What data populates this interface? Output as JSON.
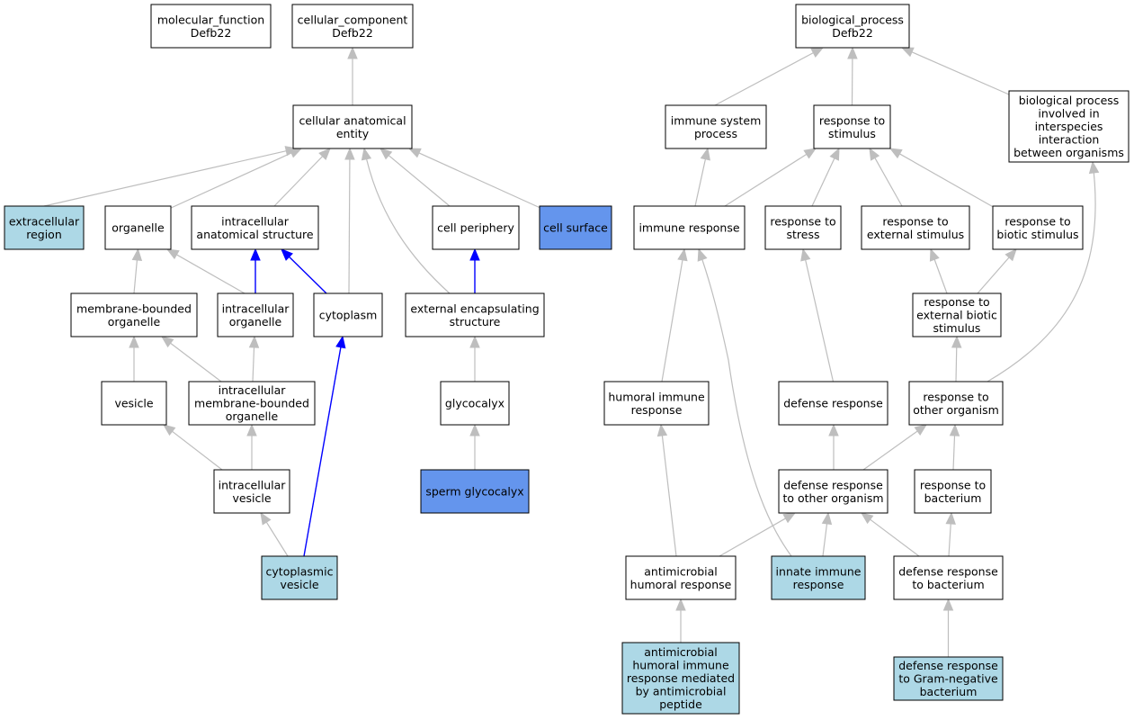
{
  "colors": {
    "default_fill": "#ffffff",
    "light_blue_fill": "#add8e6",
    "cornflower_fill": "#6495ed",
    "gray_edge": "#bebebe",
    "blue_edge": "#0000ff",
    "stroke": "#000000"
  },
  "nodes": [
    {
      "id": "molecular_function",
      "lines": [
        "molecular_function",
        "Defb22"
      ],
      "fill": "default"
    },
    {
      "id": "cellular_component",
      "lines": [
        "cellular_component",
        "Defb22"
      ],
      "fill": "default"
    },
    {
      "id": "biological_process",
      "lines": [
        "biological_process",
        "Defb22"
      ],
      "fill": "default"
    },
    {
      "id": "cellular_anatomical_entity",
      "lines": [
        "cellular anatomical",
        "entity"
      ],
      "fill": "default"
    },
    {
      "id": "immune_system_process",
      "lines": [
        "immune system",
        "process"
      ],
      "fill": "default"
    },
    {
      "id": "response_to_stimulus",
      "lines": [
        "response to",
        "stimulus"
      ],
      "fill": "default"
    },
    {
      "id": "bp_interspecies",
      "lines": [
        "biological process",
        "involved in",
        "interspecies",
        "interaction",
        "between organisms"
      ],
      "fill": "default"
    },
    {
      "id": "extracellular_region",
      "lines": [
        "extracellular",
        "region"
      ],
      "fill": "light"
    },
    {
      "id": "organelle",
      "lines": [
        "organelle"
      ],
      "fill": "default"
    },
    {
      "id": "intracellular_anatomical_structure",
      "lines": [
        "intracellular",
        "anatomical structure"
      ],
      "fill": "default"
    },
    {
      "id": "cell_periphery",
      "lines": [
        "cell periphery"
      ],
      "fill": "default"
    },
    {
      "id": "cell_surface",
      "lines": [
        "cell surface"
      ],
      "fill": "dark"
    },
    {
      "id": "immune_response",
      "lines": [
        "immune response"
      ],
      "fill": "default"
    },
    {
      "id": "response_to_stress",
      "lines": [
        "response to",
        "stress"
      ],
      "fill": "default"
    },
    {
      "id": "response_to_external_stimulus",
      "lines": [
        "response to",
        "external stimulus"
      ],
      "fill": "default"
    },
    {
      "id": "response_to_biotic_stimulus",
      "lines": [
        "response to",
        "biotic stimulus"
      ],
      "fill": "default"
    },
    {
      "id": "membrane_bounded_organelle",
      "lines": [
        "membrane-bounded",
        "organelle"
      ],
      "fill": "default"
    },
    {
      "id": "intracellular_organelle",
      "lines": [
        "intracellular",
        "organelle"
      ],
      "fill": "default"
    },
    {
      "id": "cytoplasm",
      "lines": [
        "cytoplasm"
      ],
      "fill": "default"
    },
    {
      "id": "external_encapsulating_structure",
      "lines": [
        "external encapsulating",
        "structure"
      ],
      "fill": "default"
    },
    {
      "id": "response_to_external_biotic_stimulus",
      "lines": [
        "response to",
        "external biotic",
        "stimulus"
      ],
      "fill": "default"
    },
    {
      "id": "vesicle",
      "lines": [
        "vesicle"
      ],
      "fill": "default"
    },
    {
      "id": "intracellular_membrane_bounded_organelle",
      "lines": [
        "intracellular",
        "membrane-bounded",
        "organelle"
      ],
      "fill": "default"
    },
    {
      "id": "glycocalyx",
      "lines": [
        "glycocalyx"
      ],
      "fill": "default"
    },
    {
      "id": "humoral_immune_response",
      "lines": [
        "humoral immune",
        "response"
      ],
      "fill": "default"
    },
    {
      "id": "defense_response",
      "lines": [
        "defense response"
      ],
      "fill": "default"
    },
    {
      "id": "response_to_other_organism",
      "lines": [
        "response to",
        "other organism"
      ],
      "fill": "default"
    },
    {
      "id": "intracellular_vesicle",
      "lines": [
        "intracellular",
        "vesicle"
      ],
      "fill": "default"
    },
    {
      "id": "sperm_glycocalyx",
      "lines": [
        "sperm glycocalyx"
      ],
      "fill": "dark"
    },
    {
      "id": "defense_response_to_other_organism",
      "lines": [
        "defense response",
        "to other organism"
      ],
      "fill": "default"
    },
    {
      "id": "response_to_bacterium",
      "lines": [
        "response to",
        "bacterium"
      ],
      "fill": "default"
    },
    {
      "id": "cytoplasmic_vesicle",
      "lines": [
        "cytoplasmic",
        "vesicle"
      ],
      "fill": "light"
    },
    {
      "id": "antimicrobial_humoral_response",
      "lines": [
        "antimicrobial",
        "humoral response"
      ],
      "fill": "default"
    },
    {
      "id": "innate_immune_response",
      "lines": [
        "innate immune",
        "response"
      ],
      "fill": "light"
    },
    {
      "id": "defense_response_to_bacterium",
      "lines": [
        "defense response",
        "to bacterium"
      ],
      "fill": "default"
    },
    {
      "id": "antimicrobial_peptide_response",
      "lines": [
        "antimicrobial",
        "humoral immune",
        "response mediated",
        "by antimicrobial",
        "peptide"
      ],
      "fill": "light"
    },
    {
      "id": "defense_response_gram_negative",
      "lines": [
        "defense response",
        "to Gram-negative",
        "bacterium"
      ],
      "fill": "light"
    }
  ],
  "edges": [
    {
      "from": "cellular_anatomical_entity",
      "to": "cellular_component",
      "kind": "is_a"
    },
    {
      "from": "immune_system_process",
      "to": "biological_process",
      "kind": "is_a"
    },
    {
      "from": "response_to_stimulus",
      "to": "biological_process",
      "kind": "is_a"
    },
    {
      "from": "bp_interspecies",
      "to": "biological_process",
      "kind": "is_a"
    },
    {
      "from": "extracellular_region",
      "to": "cellular_anatomical_entity",
      "kind": "is_a"
    },
    {
      "from": "organelle",
      "to": "cellular_anatomical_entity",
      "kind": "is_a"
    },
    {
      "from": "intracellular_anatomical_structure",
      "to": "cellular_anatomical_entity",
      "kind": "is_a"
    },
    {
      "from": "cytoplasm",
      "to": "cellular_anatomical_entity",
      "kind": "is_a"
    },
    {
      "from": "external_encapsulating_structure",
      "to": "cellular_anatomical_entity",
      "kind": "is_a"
    },
    {
      "from": "cell_periphery",
      "to": "cellular_anatomical_entity",
      "kind": "is_a"
    },
    {
      "from": "cell_surface",
      "to": "cellular_anatomical_entity",
      "kind": "is_a"
    },
    {
      "from": "immune_response",
      "to": "immune_system_process",
      "kind": "is_a"
    },
    {
      "from": "immune_response",
      "to": "response_to_stimulus",
      "kind": "is_a"
    },
    {
      "from": "response_to_stress",
      "to": "response_to_stimulus",
      "kind": "is_a"
    },
    {
      "from": "response_to_external_stimulus",
      "to": "response_to_stimulus",
      "kind": "is_a"
    },
    {
      "from": "response_to_biotic_stimulus",
      "to": "response_to_stimulus",
      "kind": "is_a"
    },
    {
      "from": "membrane_bounded_organelle",
      "to": "organelle",
      "kind": "is_a"
    },
    {
      "from": "intracellular_organelle",
      "to": "organelle",
      "kind": "is_a"
    },
    {
      "from": "intracellular_organelle",
      "to": "intracellular_anatomical_structure",
      "kind": "part_of"
    },
    {
      "from": "cytoplasm",
      "to": "intracellular_anatomical_structure",
      "kind": "part_of"
    },
    {
      "from": "external_encapsulating_structure",
      "to": "cell_periphery",
      "kind": "part_of"
    },
    {
      "from": "response_to_external_biotic_stimulus",
      "to": "response_to_external_stimulus",
      "kind": "is_a"
    },
    {
      "from": "response_to_external_biotic_stimulus",
      "to": "response_to_biotic_stimulus",
      "kind": "is_a"
    },
    {
      "from": "vesicle",
      "to": "membrane_bounded_organelle",
      "kind": "is_a"
    },
    {
      "from": "intracellular_membrane_bounded_organelle",
      "to": "membrane_bounded_organelle",
      "kind": "is_a"
    },
    {
      "from": "intracellular_membrane_bounded_organelle",
      "to": "intracellular_organelle",
      "kind": "is_a"
    },
    {
      "from": "glycocalyx",
      "to": "external_encapsulating_structure",
      "kind": "is_a"
    },
    {
      "from": "humoral_immune_response",
      "to": "immune_response",
      "kind": "is_a"
    },
    {
      "from": "defense_response",
      "to": "response_to_stress",
      "kind": "is_a"
    },
    {
      "from": "response_to_other_organism",
      "to": "response_to_external_biotic_stimulus",
      "kind": "is_a"
    },
    {
      "from": "response_to_other_organism",
      "to": "bp_interspecies",
      "kind": "is_a"
    },
    {
      "from": "intracellular_vesicle",
      "to": "vesicle",
      "kind": "is_a"
    },
    {
      "from": "intracellular_vesicle",
      "to": "intracellular_membrane_bounded_organelle",
      "kind": "is_a"
    },
    {
      "from": "sperm_glycocalyx",
      "to": "glycocalyx",
      "kind": "is_a"
    },
    {
      "from": "defense_response_to_other_organism",
      "to": "defense_response",
      "kind": "is_a"
    },
    {
      "from": "defense_response_to_other_organism",
      "to": "response_to_other_organism",
      "kind": "is_a"
    },
    {
      "from": "response_to_bacterium",
      "to": "response_to_other_organism",
      "kind": "is_a"
    },
    {
      "from": "cytoplasmic_vesicle",
      "to": "intracellular_vesicle",
      "kind": "is_a"
    },
    {
      "from": "cytoplasmic_vesicle",
      "to": "cytoplasm",
      "kind": "part_of"
    },
    {
      "from": "antimicrobial_humoral_response",
      "to": "humoral_immune_response",
      "kind": "is_a"
    },
    {
      "from": "antimicrobial_humoral_response",
      "to": "defense_response_to_other_organism",
      "kind": "is_a"
    },
    {
      "from": "innate_immune_response",
      "to": "immune_response",
      "kind": "is_a"
    },
    {
      "from": "innate_immune_response",
      "to": "defense_response_to_other_organism",
      "kind": "is_a"
    },
    {
      "from": "defense_response_to_bacterium",
      "to": "defense_response_to_other_organism",
      "kind": "is_a"
    },
    {
      "from": "defense_response_to_bacterium",
      "to": "response_to_bacterium",
      "kind": "is_a"
    },
    {
      "from": "antimicrobial_peptide_response",
      "to": "antimicrobial_humoral_response",
      "kind": "is_a"
    },
    {
      "from": "defense_response_gram_negative",
      "to": "defense_response_to_bacterium",
      "kind": "is_a"
    }
  ]
}
